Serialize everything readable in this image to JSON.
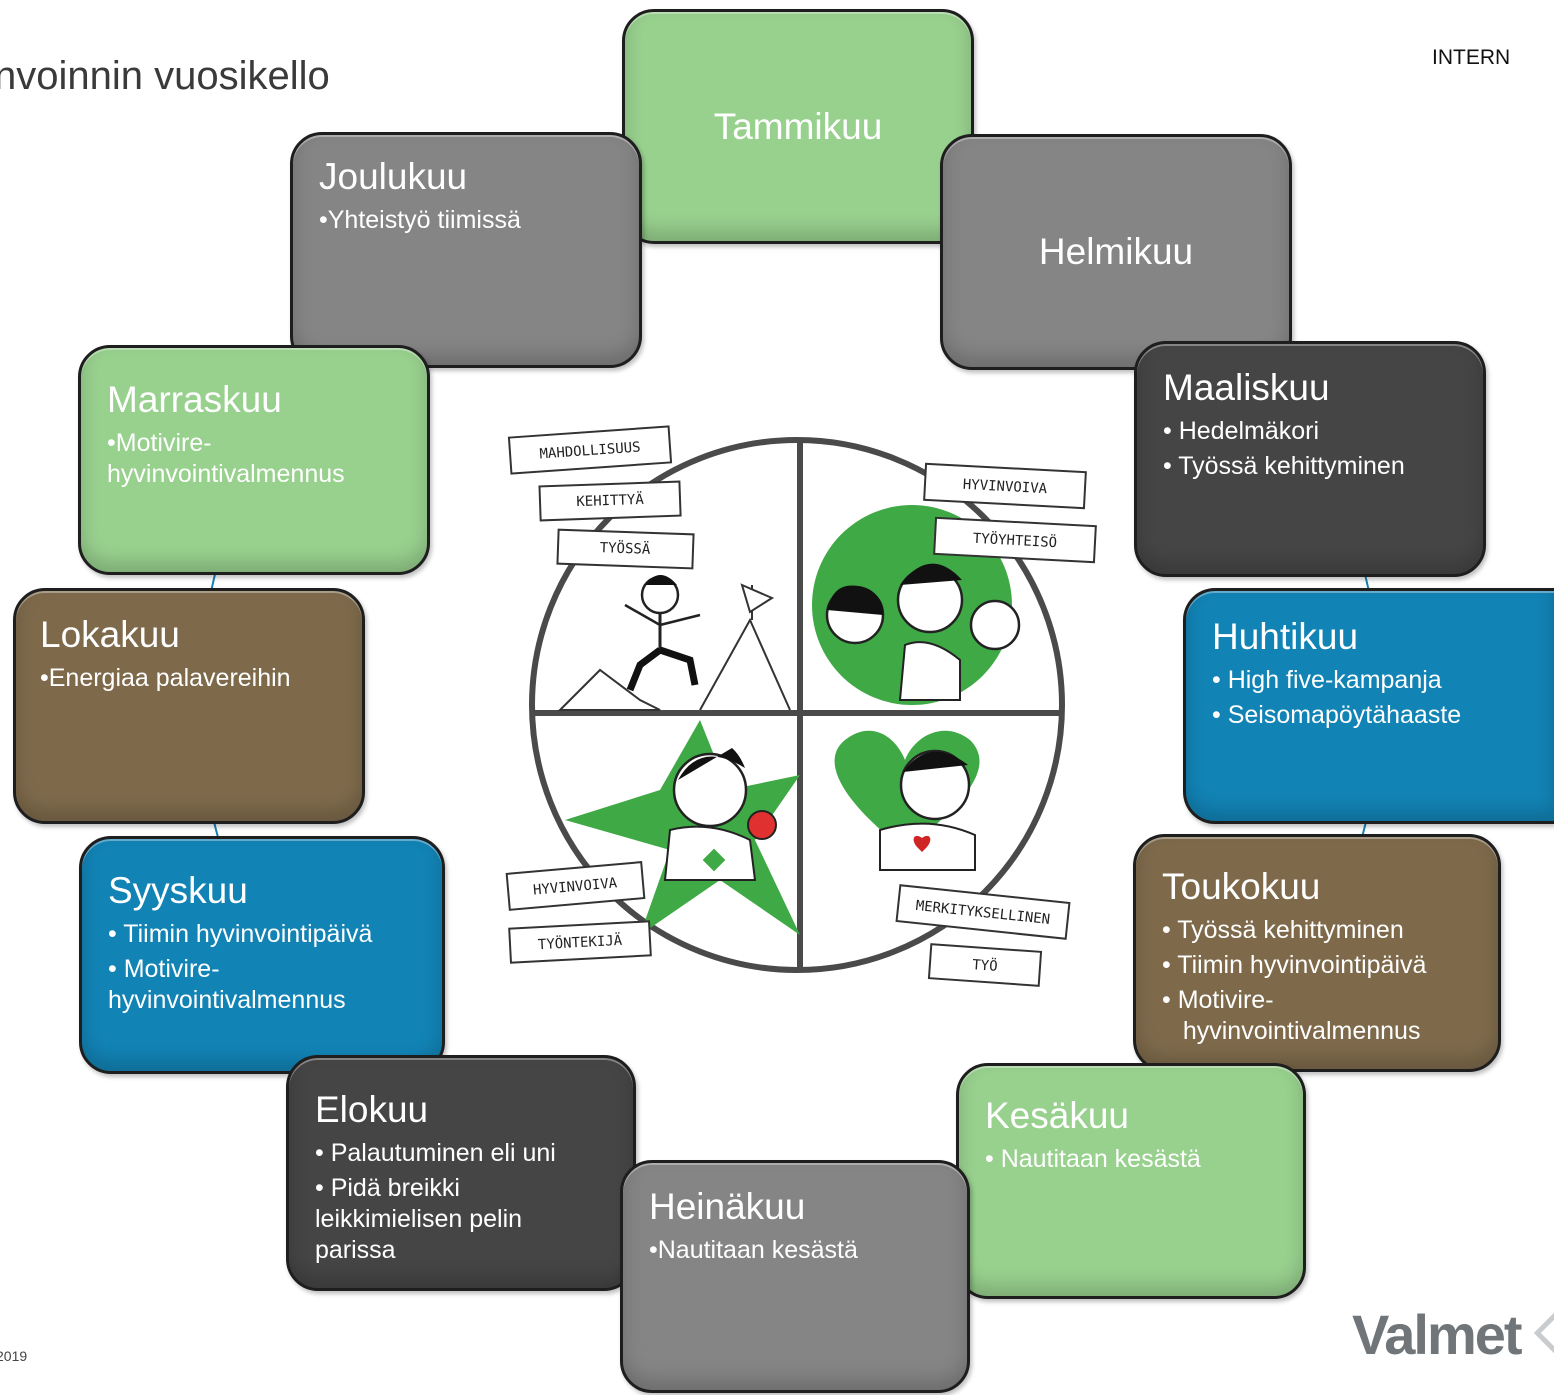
{
  "header": {
    "title": "nvoinnin vuosikello",
    "classification": "INTERN"
  },
  "footer": {
    "date": "2019",
    "logo": "Valmet"
  },
  "colors": {
    "light_green": "#98d08e",
    "gray": "#858585",
    "dark_gray": "#454545",
    "blue": "#1283b5",
    "brown": "#7e6a4b",
    "valmet_green": "#3fa946"
  },
  "months": {
    "tammikuu": {
      "name": "Tammikuu",
      "items": []
    },
    "helmikuu": {
      "name": "Helmikuu",
      "items": []
    },
    "maaliskuu": {
      "name": "Maaliskuu",
      "items": [
        "• Hedelmäkori",
        "• Työssä kehittyminen"
      ]
    },
    "huhtikuu": {
      "name": "Huhtikuu",
      "items": [
        "• High five-kampanja",
        "• Seisomapöytähaaste"
      ]
    },
    "toukokuu": {
      "name": "Toukokuu",
      "items": [
        "• Työssä kehittyminen",
        "• Tiimin hyvinvointipäivä",
        "• Motivire-   hyvinvointivalmennus"
      ]
    },
    "kesakuu": {
      "name": "Kesäkuu",
      "items": [
        "• Nautitaan kesästä"
      ]
    },
    "heinakuu": {
      "name": "Heinäkuu",
      "items": [
        "•Nautitaan kesästä"
      ]
    },
    "elokuu": {
      "name": "Elokuu",
      "items": [
        "• Palautuminen eli uni",
        "• Pidä breikki leikkimielisen pelin parissa"
      ]
    },
    "syyskuu": {
      "name": "Syyskuu",
      "items": [
        "• Tiimin hyvinvointipäivä",
        "• Motivire-hyvinvointivalmennus"
      ]
    },
    "lokakuu": {
      "name": "Lokakuu",
      "items": [
        "•Energiaa palavereihin"
      ]
    },
    "marraskuu": {
      "name": "Marraskuu",
      "items": [
        "•Motivire-hyvinvointivalmennus"
      ]
    },
    "joulukuu": {
      "name": "Joulukuu",
      "items": [
        "•Yhteistyö tiimissä"
      ]
    }
  },
  "illustration": {
    "q1_banners": [
      "MAHDOLLISUUS",
      "KEHITTYÄ",
      "TYÖSSÄ"
    ],
    "q2_banners": [
      "HYVINVOIVA",
      "TYÖYHTEISÖ"
    ],
    "q3_banners": [
      "HYVINVOIVA",
      "TYÖNTEKIJÄ"
    ],
    "q4_banners": [
      "MERKITYKSELLINEN",
      "TYÖ"
    ]
  }
}
